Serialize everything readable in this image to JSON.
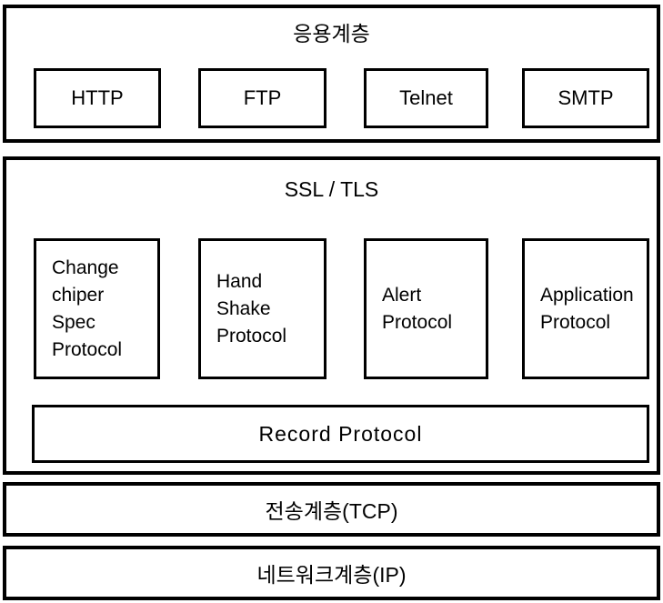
{
  "diagram": {
    "title_semantic": "ssl-tls-protocol-stack",
    "colors": {
      "border": "#000000",
      "background": "#ffffff",
      "text": "#000000"
    },
    "layers": [
      {
        "id": "application",
        "title": "응용계층",
        "boxes": [
          {
            "label": "HTTP"
          },
          {
            "label": "FTP"
          },
          {
            "label": "Telnet"
          },
          {
            "label": "SMTP"
          }
        ]
      },
      {
        "id": "ssl",
        "title": "SSL / TLS",
        "boxes": [
          {
            "label": "Change\nchiper\nSpec\nProtocol"
          },
          {
            "label": "Hand\nShake\nProtocol"
          },
          {
            "label": "Alert\nProtocol"
          },
          {
            "label": "Application\nProtocol"
          }
        ],
        "record_bar": {
          "label": "Record  Protocol"
        }
      },
      {
        "id": "transport",
        "title": "전송계층(TCP)"
      },
      {
        "id": "network",
        "title": "네트워크계층(IP)"
      }
    ]
  }
}
